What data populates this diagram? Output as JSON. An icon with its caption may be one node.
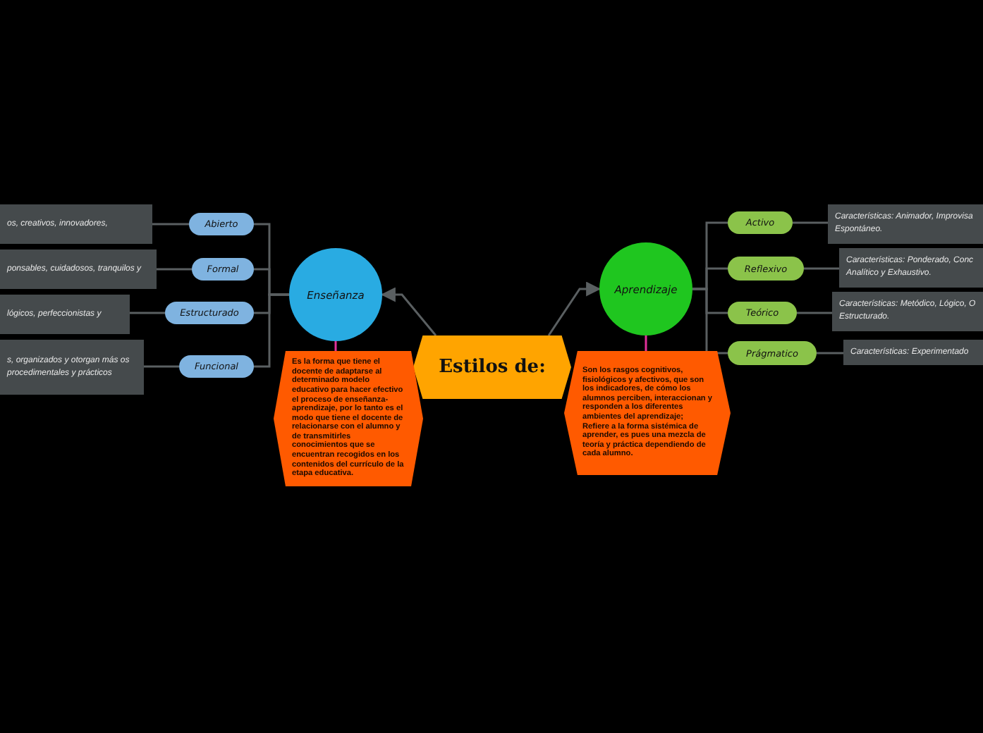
{
  "diagram": {
    "nodes": [
      {
        "text": [
          "Estilos de:"
        ]
      },
      {
        "text": [
          "Enseñanza"
        ]
      },
      {
        "text": [
          "Es la forma que tiene el docente de adaptarse al determinado modelo educativo para hacer efectivo el proceso de enseñanza-aprendizaje, por lo tanto es el modo que tiene el docente de relacionarse con el alumno y de transmitirles conocimientos que se encuentran recogidos en los contenidos del currículo de la etapa educativa."
        ]
      },
      {
        "text": [
          "Abierto"
        ]
      },
      {
        "text": [
          "os, creativos, innovadores,"
        ]
      },
      {
        "text": [
          "Formal"
        ]
      },
      {
        "text": [
          "ponsables, cuidadosos, tranquilos y"
        ]
      },
      {
        "text": [
          "Estructurado"
        ]
      },
      {
        "text": [
          "lógicos, perfeccionistas y"
        ]
      },
      {
        "text": [
          "Funcional"
        ]
      },
      {
        "text": [
          "s, organizados y otorgan más os procedimentales y prácticos"
        ]
      },
      {
        "text": [
          "Aprendizaje"
        ]
      },
      {
        "text": [
          "Son los rasgos cognitivos, fisiológicos y afectivos, que son los indicadores, de cómo los alumnos perciben, interaccionan y responden a los diferentes ambientes del aprendizaje; Refiere a la forma sistémica de aprender, es pues una mezcla de teoría y práctica dependiendo de cada alumno."
        ]
      },
      {
        "text": [
          "Activo"
        ]
      },
      {
        "text": [
          "Características: Animador, Improvisa Espontáneo."
        ]
      },
      {
        "text": [
          "Reflexivo"
        ]
      },
      {
        "text": [
          "Características: Ponderado, Conc Analítico y Exhaustivo."
        ]
      },
      {
        "text": [
          "Teórico"
        ]
      },
      {
        "text": [
          "Características: Metódico, Lógico, O Estructurado."
        ]
      },
      {
        "text": [
          "Prágmatico"
        ]
      },
      {
        "text": [
          "Características: Experimentado"
        ]
      }
    ],
    "edges": [
      {
        "from": 0,
        "to": 1,
        "arrow": "to"
      },
      {
        "from": 0,
        "to": 11,
        "arrow": "to"
      },
      {
        "from": 1,
        "to": 2,
        "arrow": "none",
        "color": "#e0309a"
      },
      {
        "from": 1,
        "to": 3,
        "arrow": "none"
      },
      {
        "from": 1,
        "to": 5,
        "arrow": "none"
      },
      {
        "from": 1,
        "to": 7,
        "arrow": "none"
      },
      {
        "from": 1,
        "to": 9,
        "arrow": "none"
      },
      {
        "from": 3,
        "to": 4,
        "arrow": "none"
      },
      {
        "from": 5,
        "to": 6,
        "arrow": "none"
      },
      {
        "from": 7,
        "to": 8,
        "arrow": "none"
      },
      {
        "from": 9,
        "to": 10,
        "arrow": "none"
      },
      {
        "from": 11,
        "to": 12,
        "arrow": "none",
        "color": "#e0309a"
      },
      {
        "from": 11,
        "to": 13,
        "arrow": "none"
      },
      {
        "from": 11,
        "to": 15,
        "arrow": "none"
      },
      {
        "from": 11,
        "to": 17,
        "arrow": "none"
      },
      {
        "from": 11,
        "to": 19,
        "arrow": "none"
      },
      {
        "from": 13,
        "to": 14,
        "arrow": "none"
      },
      {
        "from": 15,
        "to": 16,
        "arrow": "none"
      },
      {
        "from": 17,
        "to": 18,
        "arrow": "none"
      },
      {
        "from": 19,
        "to": 20,
        "arrow": "none"
      }
    ]
  }
}
